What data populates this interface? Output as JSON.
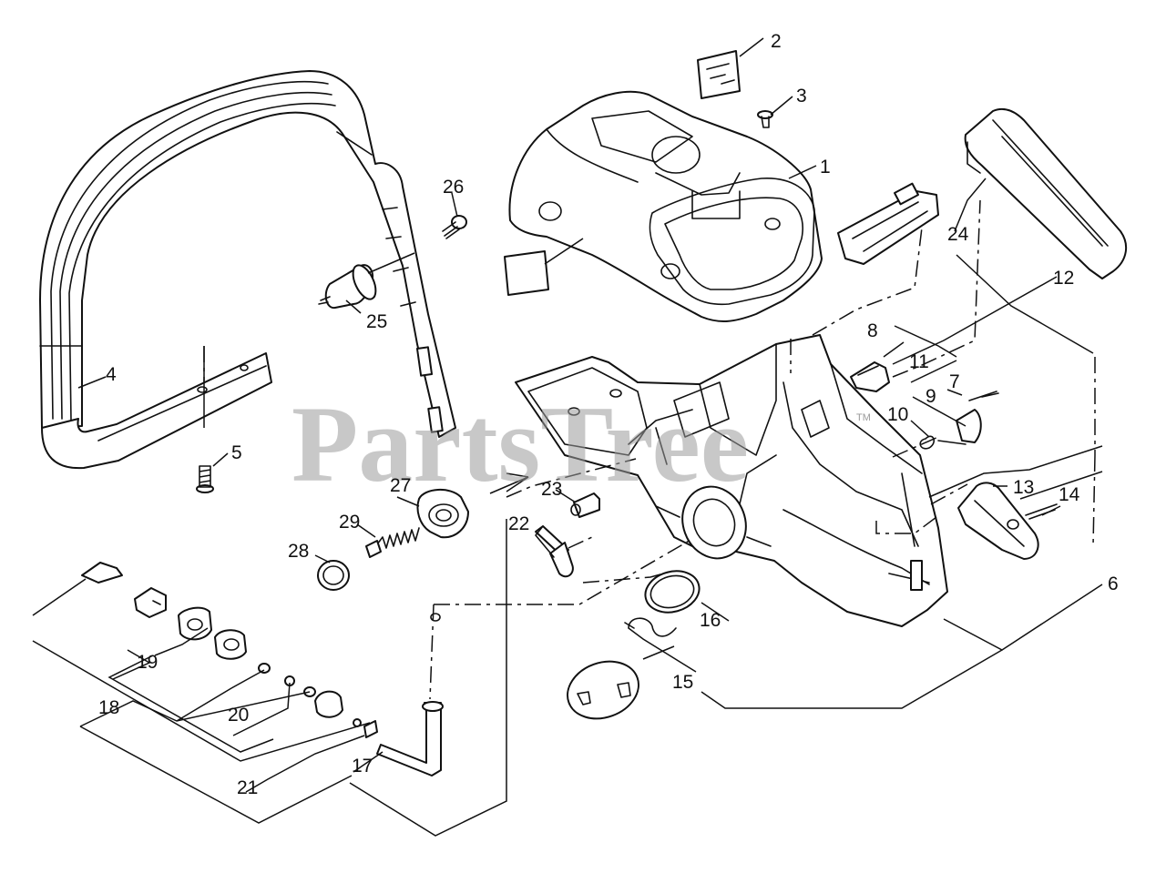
{
  "diagram": {
    "watermark": "PartsTree",
    "trademark": "TM",
    "callouts": [
      "1",
      "2",
      "3",
      "4",
      "5",
      "6",
      "7",
      "8",
      "9",
      "10",
      "11",
      "12",
      "13",
      "14",
      "15",
      "16",
      "17",
      "18",
      "19",
      "20",
      "21",
      "22",
      "23",
      "24",
      "25",
      "26",
      "27",
      "28",
      "29"
    ]
  }
}
